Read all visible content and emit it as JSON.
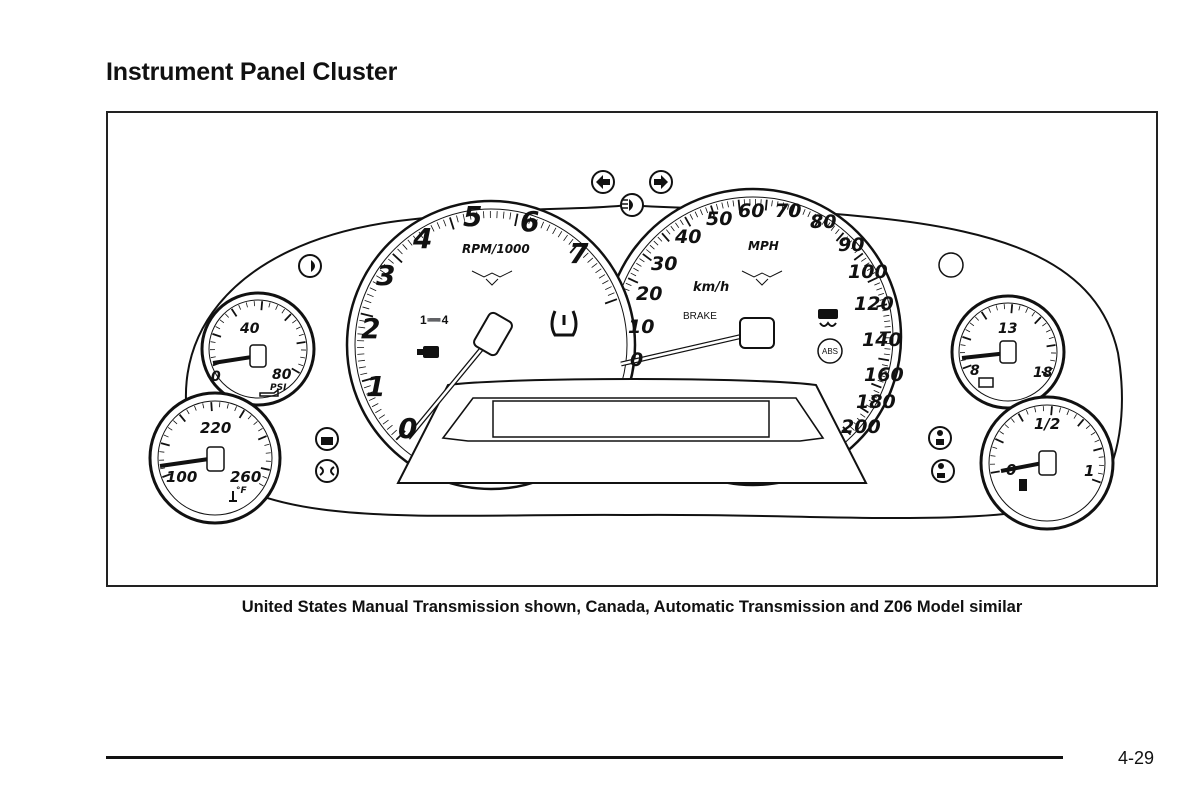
{
  "page": {
    "title": "Instrument Panel Cluster",
    "caption": "United States Manual Transmission shown, Canada, Automatic Transmission and Z06 Model similar",
    "page_number": "4-29"
  },
  "tachometer": {
    "unit_label": "RPM/1000",
    "shift_label": "1➖4",
    "numbers": [
      "0",
      "1",
      "2",
      "3",
      "4",
      "5",
      "6",
      "7"
    ]
  },
  "speedometer": {
    "mph_label": "MPH",
    "kmh_label": "km/h",
    "brake_label": "BRAKE",
    "abs_label": "ABS",
    "mph_numbers": [
      "0",
      "10",
      "20",
      "30",
      "40",
      "50",
      "60",
      "70",
      "80",
      "90",
      "100",
      "120",
      "140",
      "160",
      "180",
      "200"
    ]
  },
  "oil_gauge": {
    "numbers": [
      "0",
      "40",
      "80"
    ],
    "unit": "PSI"
  },
  "coolant_gauge": {
    "numbers": [
      "100",
      "220",
      "260"
    ],
    "unit": "°F"
  },
  "voltage_gauge": {
    "numbers": [
      "8",
      "13",
      "18"
    ]
  },
  "fuel_gauge": {
    "numbers": [
      "0",
      "1/2",
      "1"
    ]
  },
  "icons": [
    "turn-left-arrow-icon",
    "turn-right-arrow-icon",
    "high-beam-icon",
    "fog-lamp-icon",
    "check-engine-icon",
    "tire-pressure-icon",
    "traction-control-icon",
    "abs-icon",
    "security-lock-icon",
    "headlamp-on-icon",
    "seatbelt-icon",
    "airbag-icon",
    "oil-can-icon",
    "battery-icon",
    "coolant-temp-icon",
    "fuel-pump-icon",
    "corvette-flags-logo"
  ]
}
